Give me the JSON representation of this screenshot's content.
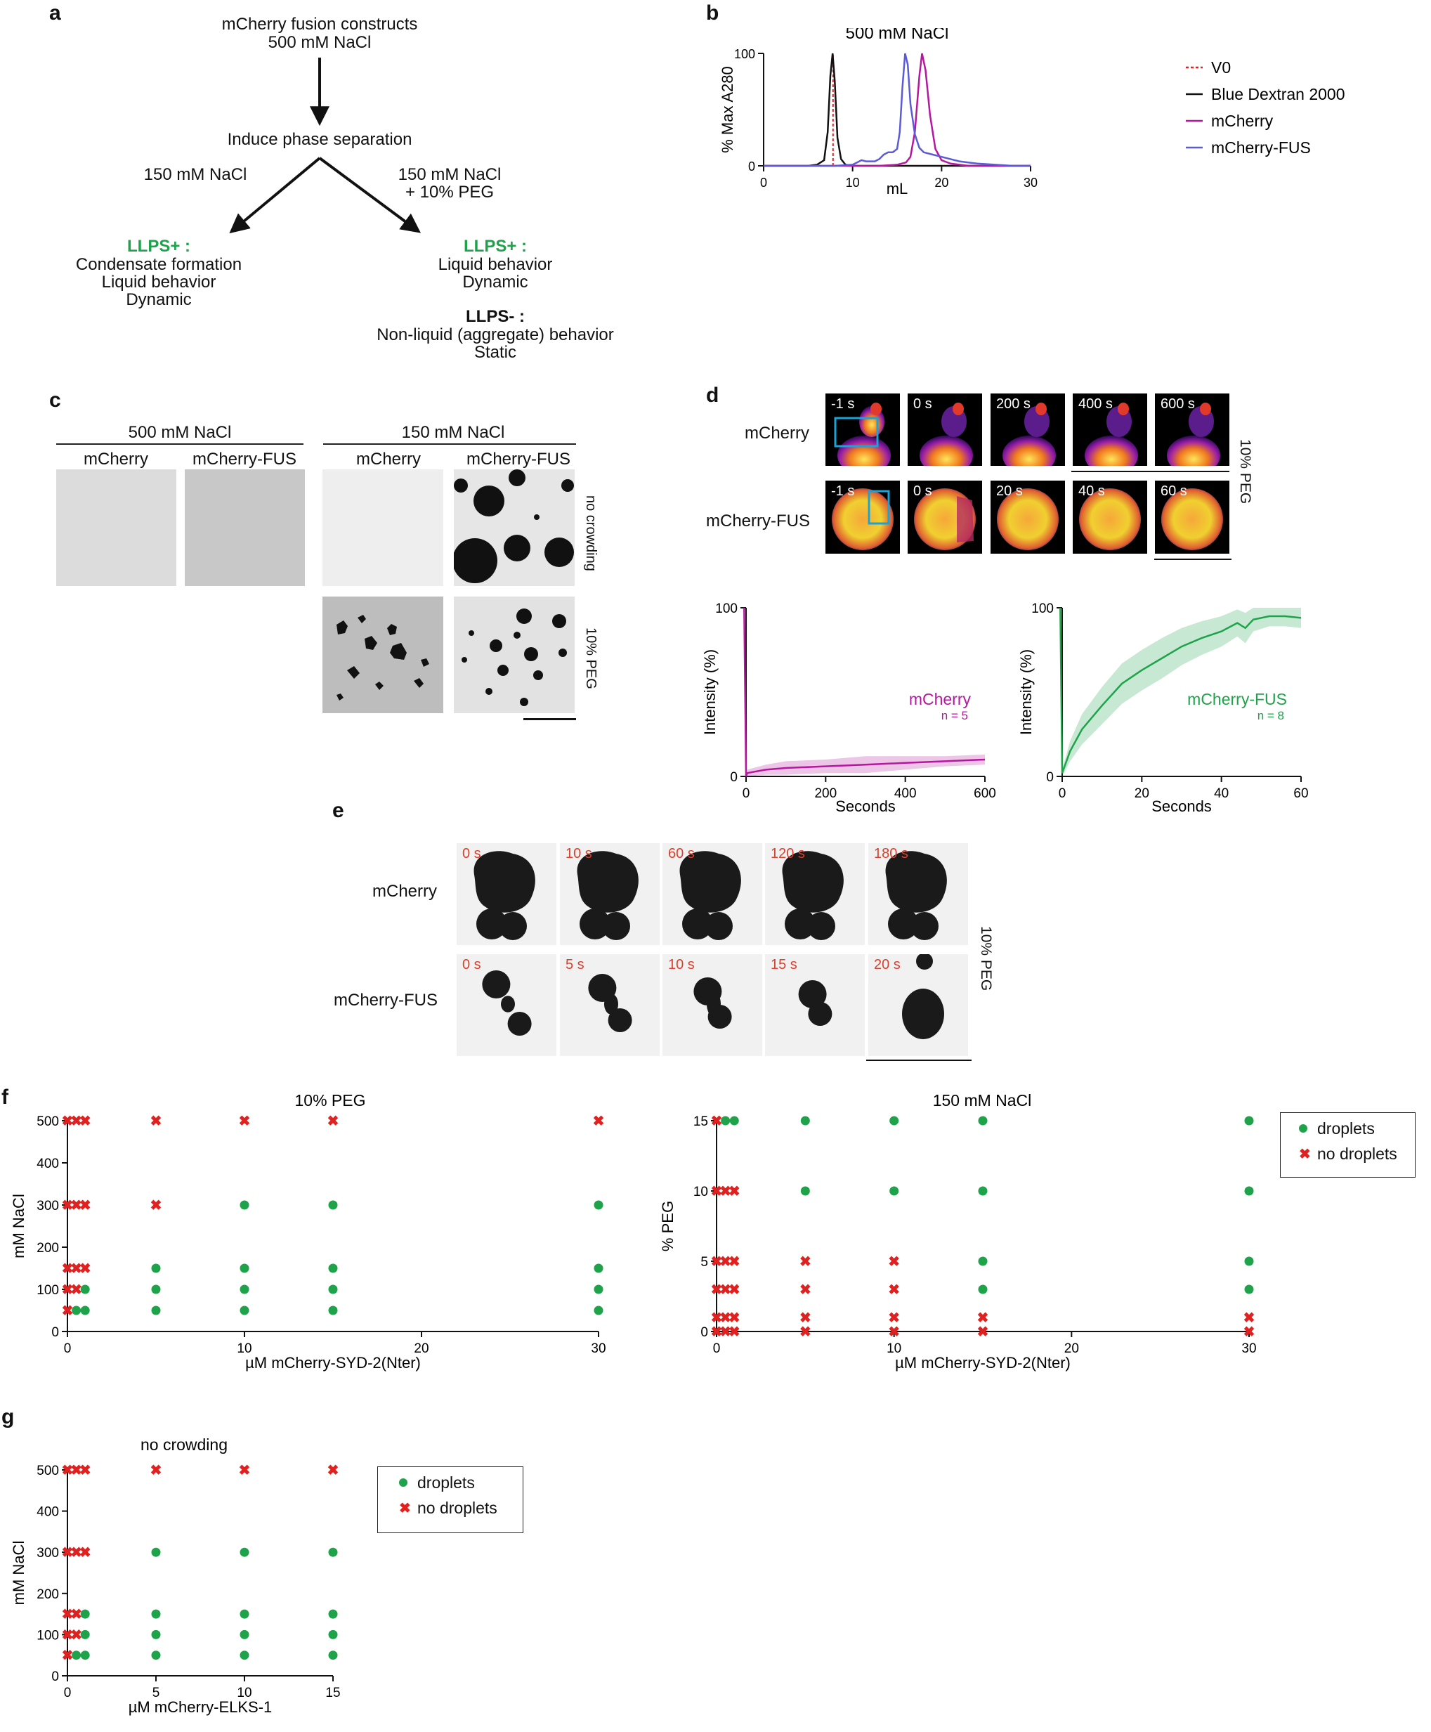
{
  "panels": {
    "a": "a",
    "b": "b",
    "c": "c",
    "d": "d",
    "e": "e",
    "f": "f",
    "g": "g"
  },
  "panel_a": {
    "top_line1": "mCherry fusion constructs",
    "top_line2": "500 mM NaCl",
    "induce": "Induce phase separation",
    "left_condition": "150 mM NaCl",
    "right_condition1": "150 mM NaCl",
    "right_condition2": "+ 10% PEG",
    "left_llps": "LLPS+ :",
    "left_lines": [
      "Condensate formation",
      "Liquid behavior",
      "Dynamic"
    ],
    "right_llps": "LLPS+ :",
    "right_lines": [
      "Liquid behavior",
      "Dynamic"
    ],
    "right_llpsneg": "LLPS- :",
    "right_neg_lines": [
      "Non-liquid (aggregate) behavior",
      "Static"
    ]
  },
  "panel_c": {
    "group1": "500 mM NaCl",
    "group2": "150 mM NaCl",
    "cols": [
      "mCherry",
      "mCherry-FUS",
      "mCherry",
      "mCherry-FUS"
    ],
    "row1": "no crowding",
    "row2": "10% PEG"
  },
  "panel_d": {
    "row1": "mCherry",
    "row2": "mCherry-FUS",
    "side": "10% PEG",
    "times1": [
      "-1 s",
      "0 s",
      "200 s",
      "400 s",
      "600 s"
    ],
    "times2": [
      "-1 s",
      "0 s",
      "20 s",
      "40 s",
      "60 s"
    ]
  },
  "panel_e": {
    "row1": "mCherry",
    "row2": "mCherry-FUS",
    "side": "10% PEG",
    "times1": [
      "0 s",
      "10 s",
      "60 s",
      "120 s",
      "180 s"
    ],
    "times2": [
      "0 s",
      "5 s",
      "10 s",
      "15 s",
      "20 s"
    ]
  },
  "legend": {
    "droplets": "droplets",
    "no_droplets": "no droplets"
  },
  "colors": {
    "magenta": "#b5179e",
    "green": "#1fa34a",
    "blue": "#5b5bd6",
    "red": "#e0211f",
    "black": "#111111"
  },
  "chart_data": [
    {
      "id": "b",
      "type": "line",
      "title": "500 mM NaCl",
      "xlabel": "mL",
      "ylabel": "% Max A280",
      "xlim": [
        0,
        30
      ],
      "ylim": [
        0,
        100
      ],
      "xticks": [
        0,
        10,
        20,
        30
      ],
      "yticks": [
        0,
        100
      ],
      "legend": [
        "V0",
        "Blue Dextran 2000",
        "mCherry",
        "mCherry-FUS"
      ],
      "series": [
        {
          "name": "V0",
          "x": [
            7.8,
            7.8
          ],
          "y": [
            0,
            100
          ]
        },
        {
          "name": "Blue Dextran 2000",
          "x": [
            0,
            5,
            6,
            6.8,
            7.2,
            7.5,
            7.75,
            8.0,
            8.3,
            8.7,
            9.2,
            10,
            12,
            30
          ],
          "y": [
            0,
            0,
            1,
            5,
            30,
            80,
            100,
            75,
            25,
            6,
            1,
            0,
            0,
            0
          ]
        },
        {
          "name": "mCherry",
          "x": [
            0,
            13,
            15,
            16,
            16.5,
            17,
            17.5,
            17.8,
            18.2,
            18.7,
            19.3,
            20,
            21,
            23,
            30
          ],
          "y": [
            0,
            0,
            1,
            3,
            8,
            30,
            80,
            100,
            85,
            45,
            15,
            5,
            2,
            0,
            0
          ]
        },
        {
          "name": "mCherry-FUS",
          "x": [
            0,
            8,
            10,
            10.5,
            11,
            11.5,
            12,
            12.5,
            13,
            13.5,
            14,
            14.5,
            15,
            15.3,
            15.6,
            15.9,
            16.2,
            16.5,
            17,
            17.5,
            18,
            19,
            20,
            21,
            22,
            23,
            24,
            26,
            28,
            30
          ],
          "y": [
            0,
            0,
            1,
            3,
            5,
            4,
            4,
            4,
            6,
            10,
            12,
            12,
            15,
            30,
            70,
            100,
            90,
            55,
            28,
            16,
            12,
            10,
            8,
            6,
            4,
            3,
            2,
            1,
            0,
            0
          ]
        }
      ]
    },
    {
      "id": "d_mCherry",
      "type": "line",
      "xlabel": "Seconds",
      "ylabel": "Intensity (%)",
      "xlim": [
        0,
        600
      ],
      "ylim": [
        0,
        100
      ],
      "xticks": [
        0,
        200,
        400,
        600
      ],
      "yticks": [
        0,
        100
      ],
      "series_label": "mCherry",
      "n_label": "n = 5",
      "series": [
        {
          "name": "mCherry",
          "x": [
            -5,
            0,
            3,
            50,
            100,
            200,
            300,
            400,
            500,
            600
          ],
          "y": [
            100,
            0,
            2,
            4,
            5,
            6,
            7,
            8,
            9,
            10
          ],
          "band": [
            1,
            2,
            2,
            3,
            4,
            4,
            5,
            4,
            3,
            3
          ]
        }
      ]
    },
    {
      "id": "d_FUS",
      "type": "line",
      "xlabel": "Seconds",
      "ylabel": "Intensity (%)",
      "xlim": [
        0,
        60
      ],
      "ylim": [
        0,
        100
      ],
      "xticks": [
        0,
        20,
        40,
        60
      ],
      "yticks": [
        0,
        100
      ],
      "series_label": "mCherry-FUS",
      "n_label": "n = 8",
      "series": [
        {
          "name": "mCherry-FUS",
          "x": [
            -1,
            0,
            2,
            5,
            10,
            15,
            20,
            25,
            30,
            35,
            40,
            44,
            46,
            48,
            52,
            56,
            60
          ],
          "y": [
            100,
            2,
            15,
            28,
            42,
            55,
            63,
            70,
            77,
            82,
            86,
            91,
            88,
            93,
            95,
            95,
            94
          ],
          "band": [
            0,
            2,
            6,
            9,
            11,
            12,
            12,
            12,
            11,
            10,
            9,
            8,
            9,
            7,
            6,
            6,
            6
          ]
        }
      ]
    },
    {
      "id": "f_left",
      "type": "scatter",
      "title": "10% PEG",
      "xlabel": "µM mCherry-SYD-2(Nter)",
      "ylabel": "mM NaCl",
      "xlim": [
        0,
        30
      ],
      "ylim": [
        0,
        500
      ],
      "xticks": [
        0,
        10,
        20,
        30
      ],
      "yticks": [
        0,
        100,
        200,
        300,
        400,
        500
      ],
      "droplets": [
        [
          0.5,
          50
        ],
        [
          1,
          50
        ],
        [
          5,
          50
        ],
        [
          10,
          50
        ],
        [
          15,
          50
        ],
        [
          30,
          50
        ],
        [
          1,
          100
        ],
        [
          5,
          100
        ],
        [
          10,
          100
        ],
        [
          15,
          100
        ],
        [
          30,
          100
        ],
        [
          5,
          150
        ],
        [
          10,
          150
        ],
        [
          15,
          150
        ],
        [
          30,
          150
        ],
        [
          10,
          300
        ],
        [
          15,
          300
        ],
        [
          30,
          300
        ]
      ],
      "no_droplets": [
        [
          0,
          50
        ],
        [
          0,
          100
        ],
        [
          0.5,
          100
        ],
        [
          0,
          150
        ],
        [
          0.5,
          150
        ],
        [
          1,
          150
        ],
        [
          0,
          300
        ],
        [
          0.5,
          300
        ],
        [
          1,
          300
        ],
        [
          5,
          300
        ],
        [
          0,
          500
        ],
        [
          0.5,
          500
        ],
        [
          1,
          500
        ],
        [
          5,
          500
        ],
        [
          10,
          500
        ],
        [
          15,
          500
        ],
        [
          30,
          500
        ]
      ]
    },
    {
      "id": "f_right",
      "type": "scatter",
      "title": "150 mM NaCl",
      "xlabel": "µM mCherry-SYD-2(Nter)",
      "ylabel": "% PEG",
      "xlim": [
        0,
        30
      ],
      "ylim": [
        0,
        15
      ],
      "xticks": [
        0,
        10,
        20,
        30
      ],
      "yticks": [
        0,
        5,
        10,
        15
      ],
      "droplets": [
        [
          0.5,
          15
        ],
        [
          1,
          15
        ],
        [
          5,
          15
        ],
        [
          10,
          15
        ],
        [
          15,
          15
        ],
        [
          30,
          15
        ],
        [
          5,
          10
        ],
        [
          10,
          10
        ],
        [
          15,
          10
        ],
        [
          30,
          10
        ],
        [
          15,
          5
        ],
        [
          30,
          5
        ],
        [
          15,
          3
        ],
        [
          30,
          3
        ]
      ],
      "no_droplets": [
        [
          0,
          15
        ],
        [
          0,
          10
        ],
        [
          0.5,
          10
        ],
        [
          1,
          10
        ],
        [
          0,
          5
        ],
        [
          0.5,
          5
        ],
        [
          1,
          5
        ],
        [
          5,
          5
        ],
        [
          10,
          5
        ],
        [
          0,
          3
        ],
        [
          0.5,
          3
        ],
        [
          1,
          3
        ],
        [
          5,
          3
        ],
        [
          10,
          3
        ],
        [
          0,
          1
        ],
        [
          0.5,
          1
        ],
        [
          1,
          1
        ],
        [
          5,
          1
        ],
        [
          10,
          1
        ],
        [
          15,
          1
        ],
        [
          30,
          1
        ],
        [
          0,
          0
        ],
        [
          0.5,
          0
        ],
        [
          1,
          0
        ],
        [
          5,
          0
        ],
        [
          10,
          0
        ],
        [
          15,
          0
        ],
        [
          30,
          0
        ]
      ]
    },
    {
      "id": "g",
      "type": "scatter",
      "title": "no crowding",
      "xlabel": "µM mCherry-ELKS-1",
      "ylabel": "mM NaCl",
      "xlim": [
        0,
        15
      ],
      "ylim": [
        0,
        500
      ],
      "xticks": [
        0,
        5,
        10,
        15
      ],
      "yticks": [
        0,
        100,
        200,
        300,
        400,
        500
      ],
      "droplets": [
        [
          0.5,
          50
        ],
        [
          1,
          50
        ],
        [
          5,
          50
        ],
        [
          10,
          50
        ],
        [
          15,
          50
        ],
        [
          1,
          100
        ],
        [
          5,
          100
        ],
        [
          10,
          100
        ],
        [
          15,
          100
        ],
        [
          1,
          150
        ],
        [
          5,
          150
        ],
        [
          10,
          150
        ],
        [
          15,
          150
        ],
        [
          5,
          300
        ],
        [
          10,
          300
        ],
        [
          15,
          300
        ]
      ],
      "no_droplets": [
        [
          0,
          50
        ],
        [
          0,
          100
        ],
        [
          0.5,
          100
        ],
        [
          0,
          150
        ],
        [
          0.5,
          150
        ],
        [
          0,
          300
        ],
        [
          0.5,
          300
        ],
        [
          1,
          300
        ],
        [
          0,
          500
        ],
        [
          0.5,
          500
        ],
        [
          1,
          500
        ],
        [
          5,
          500
        ],
        [
          10,
          500
        ],
        [
          15,
          500
        ]
      ]
    }
  ]
}
